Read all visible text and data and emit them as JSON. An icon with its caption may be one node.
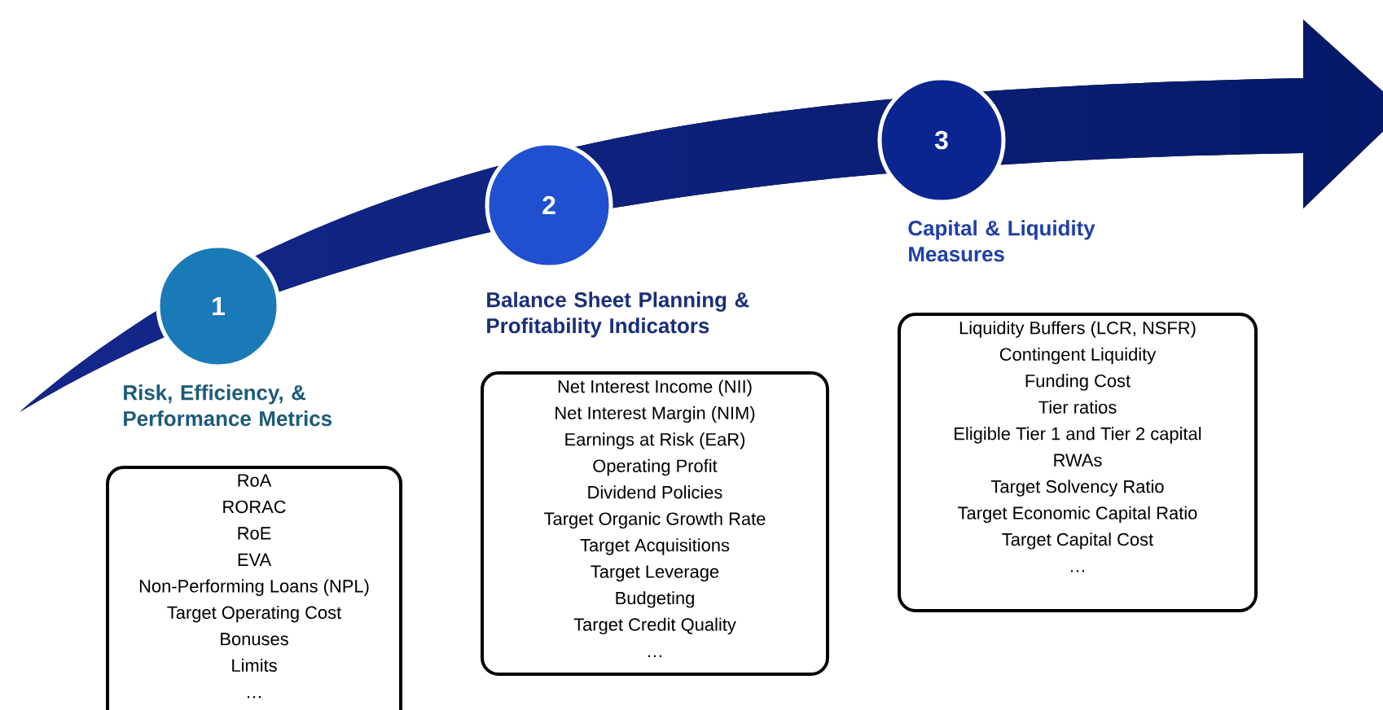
{
  "diagram": {
    "nodes": [
      {
        "text": [
          "1"
        ]
      },
      {
        "text": [
          "Risk, Efficiency, & Performance Metrics",
          "RoA",
          "RORAC",
          "RoE",
          "EVA",
          "Non-Performing Loans (NPL)",
          "Target Operating Cost",
          "Bonuses",
          "Limits",
          "…"
        ]
      },
      {
        "text": [
          "2"
        ]
      },
      {
        "text": [
          "Balance Sheet Planning & Profitability Indicators",
          "Net Interest Income (NII)",
          "Net Interest Margin (NIM)",
          "Earnings at Risk (EaR)",
          "Operating Profit",
          "Dividend Policies",
          "Target Organic Growth Rate",
          "Target Acquisitions",
          "Target Leverage",
          "Budgeting",
          "Target Credit Quality",
          "…"
        ]
      },
      {
        "text": [
          "3"
        ]
      },
      {
        "text": [
          "Capital & Liquidity Measures",
          "Liquidity Buffers (LCR, NSFR)",
          "Contingent Liquidity",
          "Funding Cost",
          "Tier ratios",
          "Eligible Tier 1 and Tier 2 capital",
          "RWAs",
          "Target Solvency Ratio",
          "Target Economic Capital Ratio",
          "Target Capital Cost",
          "…"
        ]
      }
    ]
  }
}
